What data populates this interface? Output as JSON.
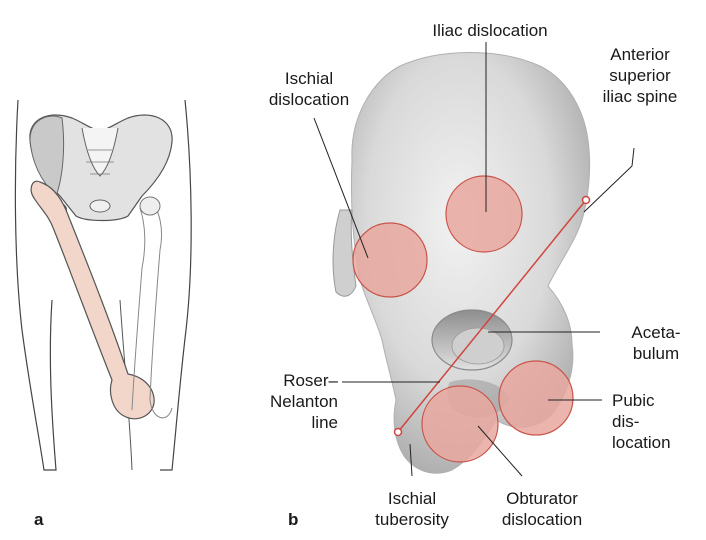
{
  "panels": {
    "a": "a",
    "b": "b"
  },
  "labels": {
    "iliac": "Iliac dislocation",
    "asis": [
      "Anterior",
      "superior",
      "iliac spine"
    ],
    "ischial_dislocation": [
      "Ischial",
      "dislocation"
    ],
    "acetabulum": [
      "Aceta-",
      "bulum"
    ],
    "roser": [
      "Roser–",
      "Nelanton",
      "line"
    ],
    "pubic": [
      "Pubic",
      "dis-",
      "location"
    ],
    "ischial_tuberosity": [
      "Ischial",
      "tuberosity"
    ],
    "obturator": [
      "Obturator",
      "dislocation"
    ]
  },
  "colors": {
    "dislocation_fill": "#e8a8a0",
    "dislocation_stroke": "#c9544a",
    "roser_line": "#d0463c",
    "bone": "#dcdcdc",
    "femur": "#f2d6ca"
  }
}
